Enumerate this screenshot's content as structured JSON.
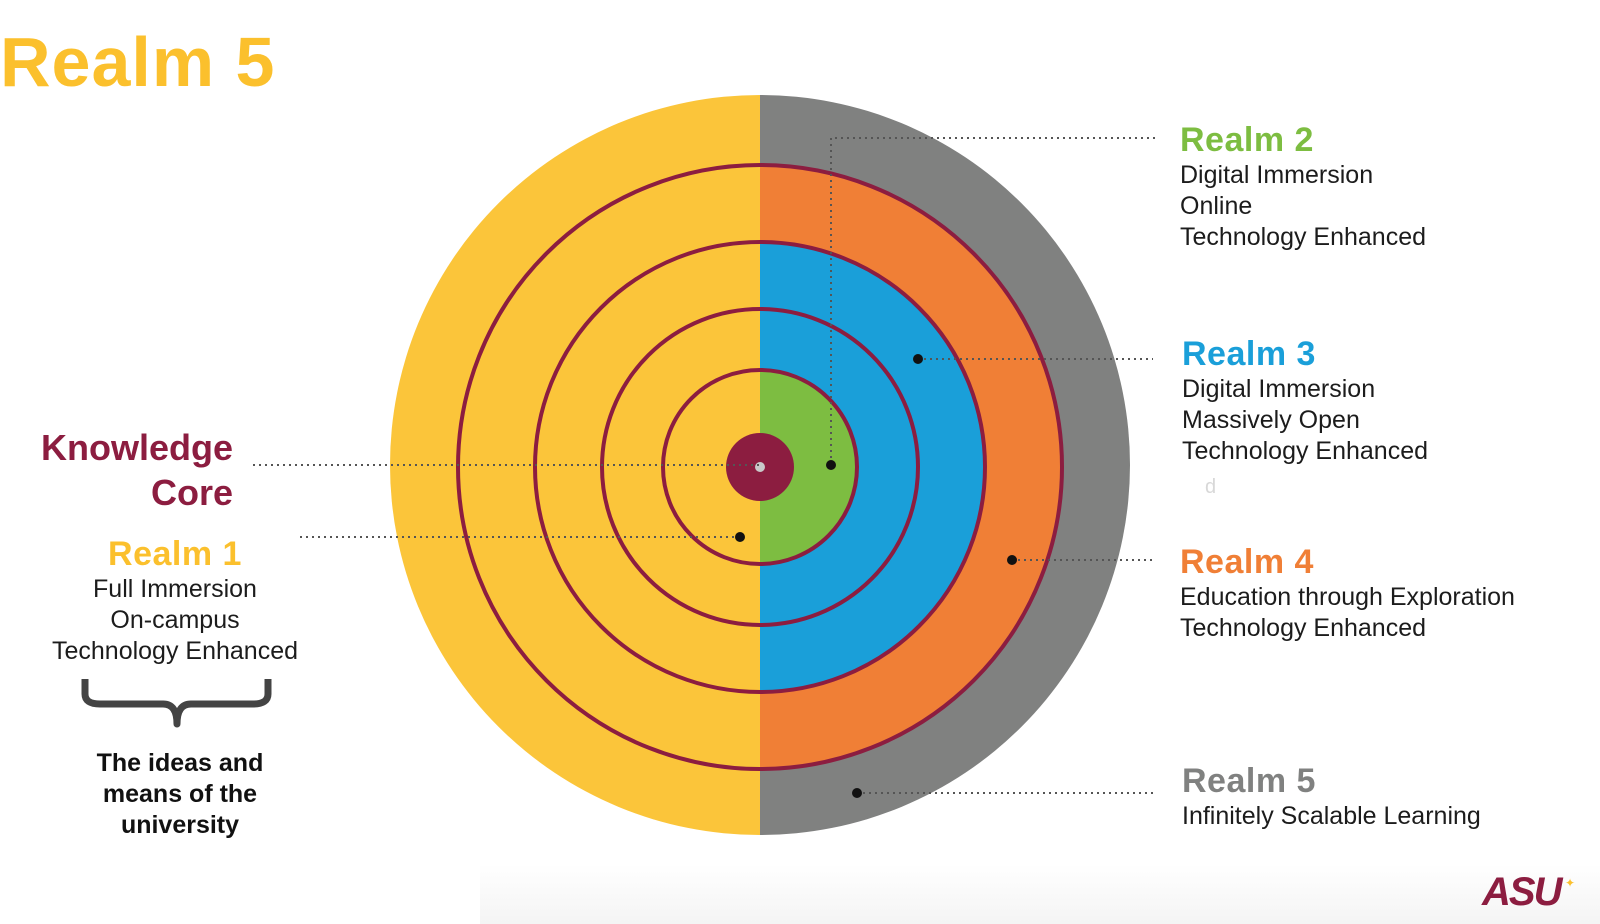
{
  "title": "Realm 5",
  "colors": {
    "yellow": "#fbc53a",
    "gray": "#808180",
    "orange": "#f07f36",
    "blue": "#1a9fd9",
    "green": "#7dbd41",
    "maroon": "#8c1d40"
  },
  "knowledge_core": {
    "line1": "Knowledge",
    "line2": "Core"
  },
  "realm1": {
    "title": "Realm 1",
    "lines": [
      "Full Immersion",
      "On-campus",
      "Technology Enhanced"
    ]
  },
  "ideas": {
    "lines": [
      "The ideas and",
      "means of the",
      "university"
    ]
  },
  "realm2": {
    "title": "Realm 2",
    "lines": [
      "Digital Immersion",
      "Online",
      "Technology Enhanced"
    ]
  },
  "realm3": {
    "title": "Realm 3",
    "lines": [
      "Digital Immersion",
      "Massively Open",
      "Technology Enhanced"
    ],
    "stray": "d"
  },
  "realm4": {
    "title": "Realm 4",
    "lines": [
      "Education through Exploration",
      "Technology Enhanced"
    ]
  },
  "realm5": {
    "title": "Realm 5",
    "lines": [
      "Infinitely Scalable Learning"
    ]
  },
  "logo": "ASU"
}
